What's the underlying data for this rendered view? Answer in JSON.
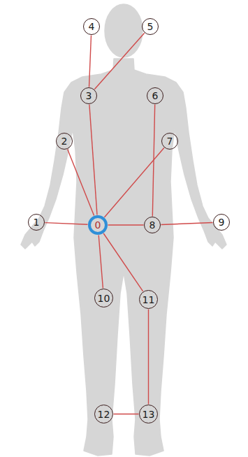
{
  "diagram": {
    "nodes": [
      {
        "text": [
          "0"
        ]
      },
      {
        "text": [
          "1"
        ]
      },
      {
        "text": [
          "2"
        ]
      },
      {
        "text": [
          "3"
        ]
      },
      {
        "text": [
          "4"
        ]
      },
      {
        "text": [
          "5"
        ]
      },
      {
        "text": [
          "6"
        ]
      },
      {
        "text": [
          "7"
        ]
      },
      {
        "text": [
          "8"
        ]
      },
      {
        "text": [
          "9"
        ]
      },
      {
        "text": [
          "10"
        ]
      },
      {
        "text": [
          "11"
        ]
      },
      {
        "text": [
          "12"
        ]
      },
      {
        "text": [
          "13"
        ]
      }
    ],
    "edges": [
      {
        "from": 0,
        "to": 1,
        "arrow": "none"
      },
      {
        "from": 0,
        "to": 2,
        "arrow": "none"
      },
      {
        "from": 0,
        "to": 3,
        "arrow": "none"
      },
      {
        "from": 3,
        "to": 4,
        "arrow": "none"
      },
      {
        "from": 3,
        "to": 5,
        "arrow": "none"
      },
      {
        "from": 0,
        "to": 7,
        "arrow": "none"
      },
      {
        "from": 0,
        "to": 8,
        "arrow": "none"
      },
      {
        "from": 8,
        "to": 6,
        "arrow": "none"
      },
      {
        "from": 8,
        "to": 9,
        "arrow": "none"
      },
      {
        "from": 0,
        "to": 10,
        "arrow": "none"
      },
      {
        "from": 0,
        "to": 11,
        "arrow": "none"
      },
      {
        "from": 11,
        "to": 13,
        "arrow": "none"
      },
      {
        "from": 13,
        "to": 12,
        "arrow": "none"
      }
    ]
  }
}
